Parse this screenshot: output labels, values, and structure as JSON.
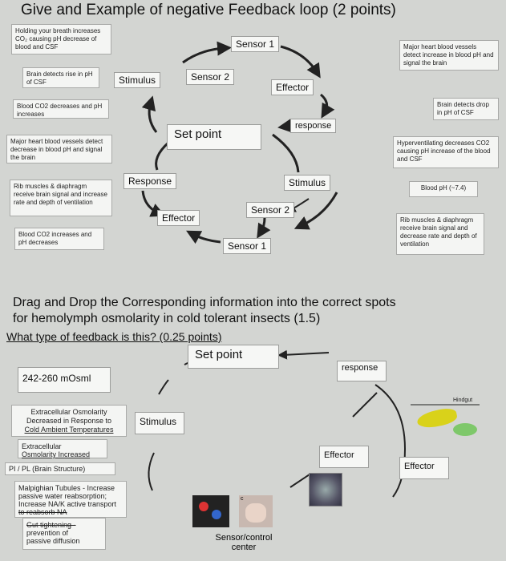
{
  "title": "Give and Example of negative Feedback loop (2 points)",
  "loop": {
    "sensor1_top": "Sensor 1",
    "stimulus_left": "Stimulus",
    "sensor2_top": "Sensor 2",
    "effector_right": "Effector",
    "response_right": "response",
    "set_point": "Set point",
    "response_left": "Response",
    "stimulus_right": "Stimulus",
    "sensor2_bottom": "Sensor 2",
    "effector_bottom": "Effector",
    "sensor1_bottom": "Sensor 1"
  },
  "left_cards": [
    "Holding your breath increases CO₂ causing pH decrease of blood and CSF",
    "Brain detects rise in pH of CSF",
    "Blood CO2 decreases and pH increases",
    "Major heart blood vessels detect decrease in blood pH and signal the brain",
    "Rib muscles & diaphragm receive brain signal and increase rate and depth of ventilation",
    "Blood CO2 increases and pH decreases"
  ],
  "right_cards": [
    "Major heart blood vessels detect increase in blood pH and signal the brain",
    "Brain detects drop in pH of CSF",
    "Hyperventilating decreases CO2 causing pH increase of the blood and CSF",
    "Blood pH (~7.4)",
    "Rib muscles & diaphragm receive brain signal and decrease rate and depth of ventilation"
  ],
  "section2": {
    "heading_line1": "Drag and Drop the Corresponding information into the correct spots",
    "heading_line2": "for hemolymph osmolarity in cold tolerant insects (1.5)",
    "question": "What type of feedback is this? (0.25 points)",
    "set_point": "Set point",
    "response": "response",
    "range": "242-260 mOsml",
    "stimulus": "Stimulus",
    "effector1": "Effector",
    "effector2": "Effector",
    "hindgut": "Hindgut",
    "sensor_control_line1": "Sensor/control",
    "sensor_control_line2": "center",
    "img_label_c": "c",
    "cards": {
      "c1_line1": "Extracellular Osmolarity",
      "c1_line2": "Decreased in Response to",
      "c1_line3": "Cold Ambient Temperatures",
      "c2_line1": "Extracellular",
      "c2_line2": "Osmolarity Increased",
      "c3": "PI / PL (Brain Structure)",
      "c4_line1": "Malpighian Tubules - Increase",
      "c4_line2": "passive water reabsorption;",
      "c4_line3": "Increase NA/K active transport",
      "c4_line4": "to reabsorb NA",
      "c5_line1": "Gut tightening -",
      "c5_line2": "prevention of",
      "c5_line3": "passive diffusion"
    }
  }
}
